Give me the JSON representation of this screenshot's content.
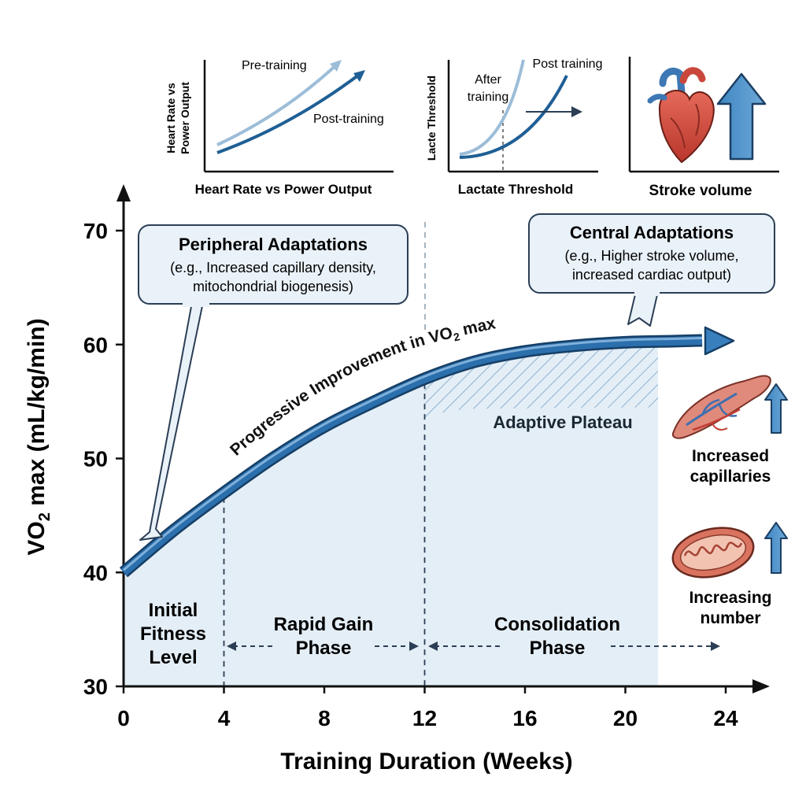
{
  "chart_data": [
    {
      "type": "line",
      "xlabel": "Training Duration (Weeks)",
      "ylabel_main": "VO",
      "ylabel_sub": "2",
      "ylabel_rest": " max (mL/kg/min)",
      "xlim": [
        0,
        24
      ],
      "ylim": [
        30,
        70
      ],
      "x_ticks": [
        "0",
        "4",
        "8",
        "12",
        "16",
        "20",
        "24"
      ],
      "y_ticks": [
        "30",
        "40",
        "50",
        "60",
        "70"
      ],
      "series": [
        {
          "label_main": "Progressive Improvement in VO",
          "label_sub": "2",
          "label_rest": " max",
          "x": [
            0,
            2,
            4,
            6,
            8,
            10,
            12,
            14,
            16,
            18,
            20,
            22,
            24
          ],
          "y": [
            40,
            43.7,
            47.0,
            50.1,
            52.8,
            55.0,
            57.0,
            58.5,
            59.4,
            59.9,
            60.2,
            60.3,
            60.4
          ]
        }
      ],
      "plateau_label": "Adaptive Plateau",
      "phases": [
        {
          "label_line1": "Initial",
          "label_line2": "Fitness",
          "label_line3": "Level"
        },
        {
          "label_line1": "Rapid Gain",
          "label_line2": "Phase"
        },
        {
          "label_line1": "Consolidation",
          "label_line2": "Phase"
        }
      ],
      "phase_boundaries": [
        4,
        12
      ],
      "callouts": {
        "peripheral": {
          "title": "Peripheral Adaptations",
          "line1": "(e.g., Increased capillary density,",
          "line2": "mitochondrial biogenesis)"
        },
        "central": {
          "title": "Central Adaptations",
          "line1": "(e.g., Higher stroke volume,",
          "line2": "increased cardiac output)"
        }
      },
      "side_labels": {
        "capillaries_line1": "Increased",
        "capillaries_line2": "capillaries",
        "mito_line1": "Increasing",
        "mito_line2": "number"
      },
      "colors": {
        "curve": "#2b6fad",
        "curve_dark": "#1a4f80",
        "fill": "#e4eef6",
        "arrow": "#3a7fbd"
      }
    },
    {
      "type": "line",
      "title": "Heart Rate vs Power Output",
      "ylabel_line1": "Heart Rate vs",
      "ylabel_line2": "Power Output",
      "series": [
        {
          "name": "Pre-training",
          "color": "#9cbdd8"
        },
        {
          "name": "Post-training",
          "color": "#1f5f95"
        }
      ]
    },
    {
      "type": "line",
      "title": "Lactate Threshold",
      "ylabel": "Lacte Threshold",
      "series": [
        {
          "name_line1": "After",
          "name_line2": "training",
          "color": "#9cbdd8"
        },
        {
          "name": "Post training",
          "color": "#1f5f95"
        }
      ]
    },
    {
      "type": "other",
      "title": "Stroke volume",
      "icons": [
        "heart-icon",
        "up-arrow-icon"
      ]
    }
  ]
}
